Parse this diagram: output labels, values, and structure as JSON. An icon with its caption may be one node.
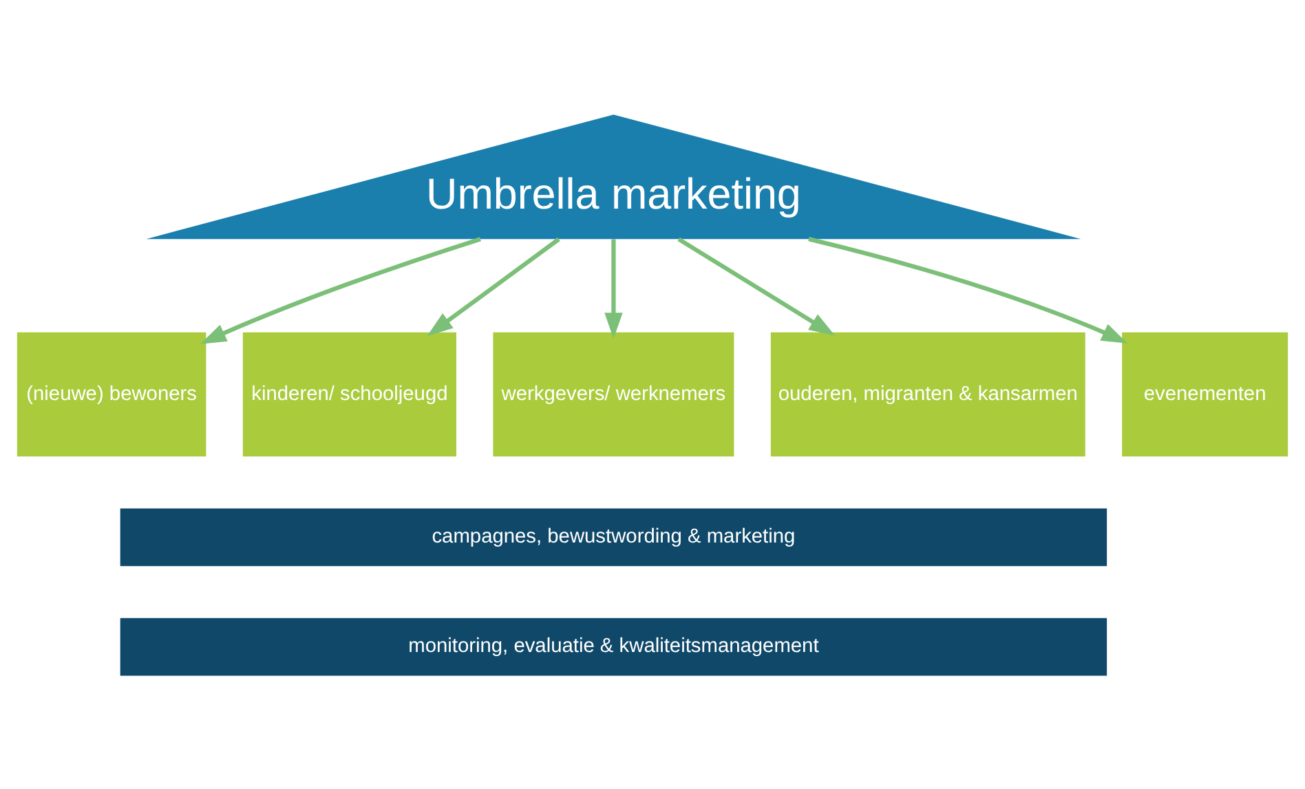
{
  "diagram": {
    "nodes": [
      {
        "text": [
          "Umbrella marketing"
        ]
      },
      {
        "text": [
          "(nieuwe) bewoners"
        ]
      },
      {
        "text": [
          "kinderen/ schooljeugd"
        ]
      },
      {
        "text": [
          "werkgevers/ werknemers"
        ]
      },
      {
        "text": [
          "ouderen, migranten & kansarmen"
        ]
      },
      {
        "text": [
          "evenementen"
        ]
      },
      {
        "text": [
          "campagnes, bewustwording & marketing"
        ]
      },
      {
        "text": [
          "monitoring, evaluatie & kwaliteitsmanagement"
        ]
      }
    ],
    "edges": [
      {
        "from": 0,
        "to": 1,
        "arrow": "to"
      },
      {
        "from": 0,
        "to": 2,
        "arrow": "to"
      },
      {
        "from": 0,
        "to": 3,
        "arrow": "to"
      },
      {
        "from": 0,
        "to": 4,
        "arrow": "to"
      },
      {
        "from": 0,
        "to": 5,
        "arrow": "to"
      }
    ]
  }
}
